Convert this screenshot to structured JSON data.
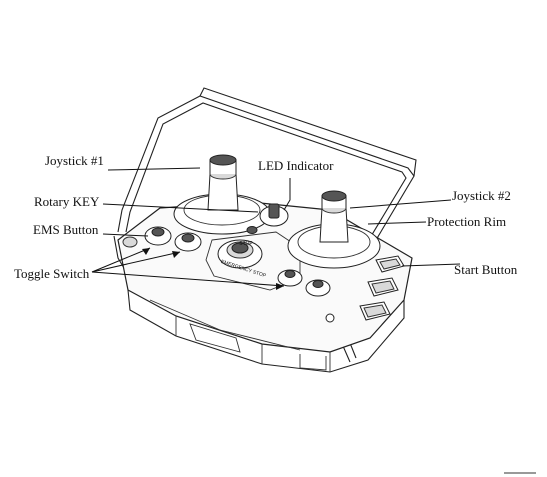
{
  "labels": {
    "joystick1": "Joystick #1",
    "led_indicator": "LED Indicator",
    "rotary_key": "Rotary KEY",
    "joystick2": "Joystick #2",
    "ems_button": "EMS Button",
    "protection_rim": "Protection Rim",
    "toggle_switch": "Toggle Switch",
    "start_button": "Start Button"
  },
  "stop_button_text": {
    "top": "STOP",
    "bottom": "EMERGENCY STOP"
  }
}
